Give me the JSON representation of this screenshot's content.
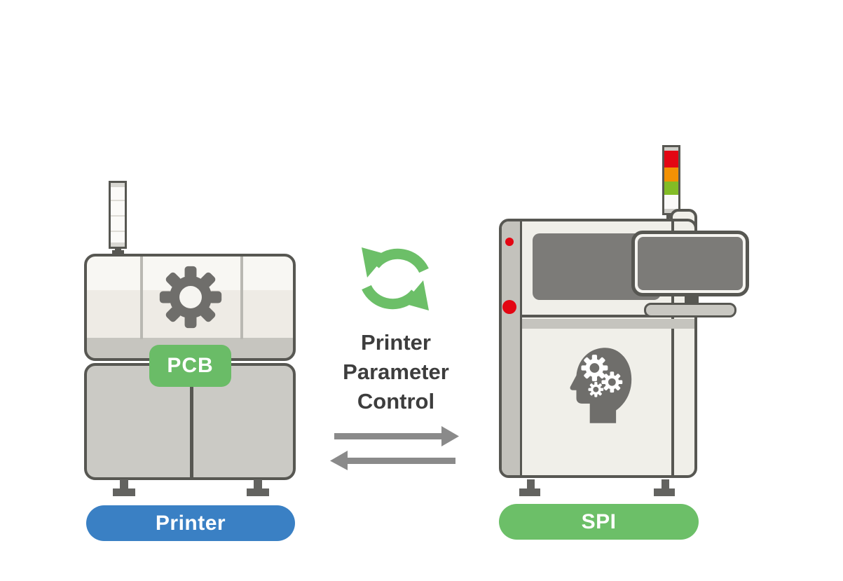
{
  "printer": {
    "machine_label": "Printer",
    "pcb_badge": "PCB"
  },
  "spi": {
    "machine_label": "SPI"
  },
  "center": {
    "label_lines": [
      "Printer",
      "Parameter",
      "Control"
    ]
  },
  "icons": {
    "printer_machine": "gear-icon",
    "spi_machine": "ai-head-gears-icon",
    "center_loop": "sync-arrows-icon",
    "printer_tower": "signal-tower-light-off",
    "spi_tower": "signal-tower-light-red-orange-green",
    "flow_right": "arrow-right-icon",
    "flow_left": "arrow-left-icon"
  },
  "colors": {
    "outline": "#575752",
    "printer_pill_blue": "#3a80c4",
    "spi_pill_green": "#6cbf68",
    "pcb_badge_green": "#6abc67",
    "sync_green": "#6cbf68",
    "arrow_gray": "#8a8a8a",
    "text_dark": "#3d3d3d",
    "tower_red": "#e30613",
    "tower_orange": "#f29104",
    "tower_green": "#83bc25",
    "machine_light": "#f0efe9",
    "machine_gray": "#cbcac5",
    "screen_gray": "#7c7b78",
    "icon_gray": "#6f6e6b",
    "status_dot_red": "#e30613"
  }
}
